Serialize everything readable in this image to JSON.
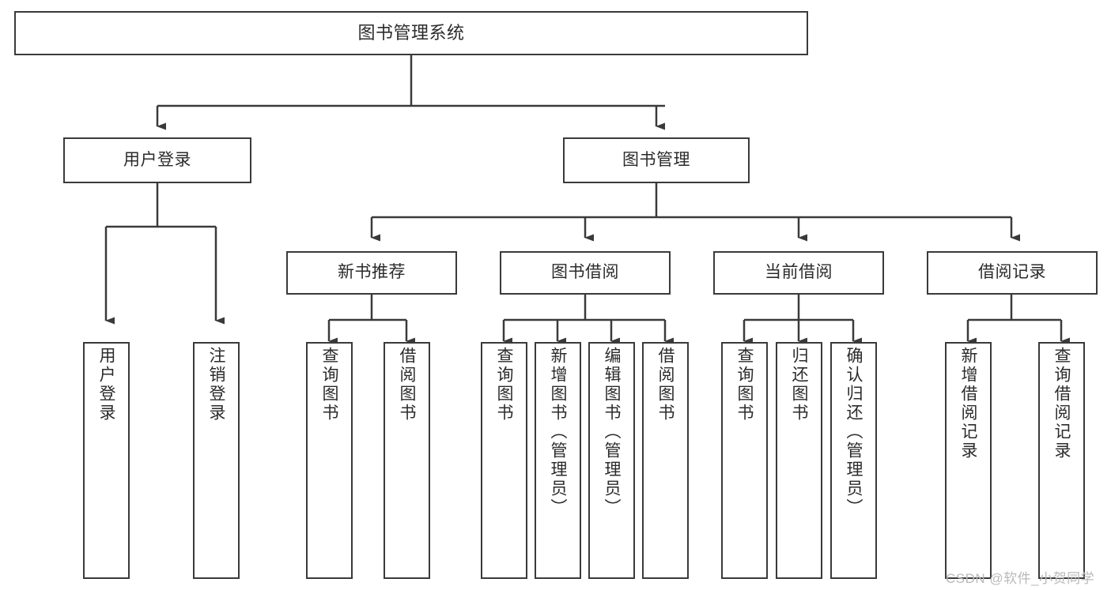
{
  "diagram": {
    "title": "图书管理系统",
    "type": "tree-hierarchy",
    "root": {
      "label": "图书管理系统"
    },
    "level1": [
      {
        "label": "用户登录"
      },
      {
        "label": "图书管理"
      }
    ],
    "level2": [
      {
        "label": "新书推荐"
      },
      {
        "label": "图书借阅"
      },
      {
        "label": "当前借阅"
      },
      {
        "label": "借阅记录"
      }
    ],
    "leaves": {
      "user_login": [
        {
          "label": "用户登录"
        },
        {
          "label": "注销登录"
        }
      ],
      "new_book_recommend": [
        {
          "label": "查询图书"
        },
        {
          "label": "借阅图书"
        }
      ],
      "book_borrow": [
        {
          "label": "查询图书"
        },
        {
          "label": "新增图书（管理员）"
        },
        {
          "label": "编辑图书（管理员）"
        },
        {
          "label": "借阅图书"
        }
      ],
      "current_borrow": [
        {
          "label": "查询图书"
        },
        {
          "label": "归还图书"
        },
        {
          "label": "确认归还（管理员）"
        }
      ],
      "borrow_record": [
        {
          "label": "新增借阅记录"
        },
        {
          "label": "查询借阅记录"
        }
      ]
    }
  },
  "watermark": {
    "text": "CSDN @软件_小贺同学"
  },
  "colors": {
    "stroke": "#3a3a3a",
    "fill": "#ffffff",
    "text": "#2b2b2b",
    "watermark": "#b9b9b9"
  }
}
